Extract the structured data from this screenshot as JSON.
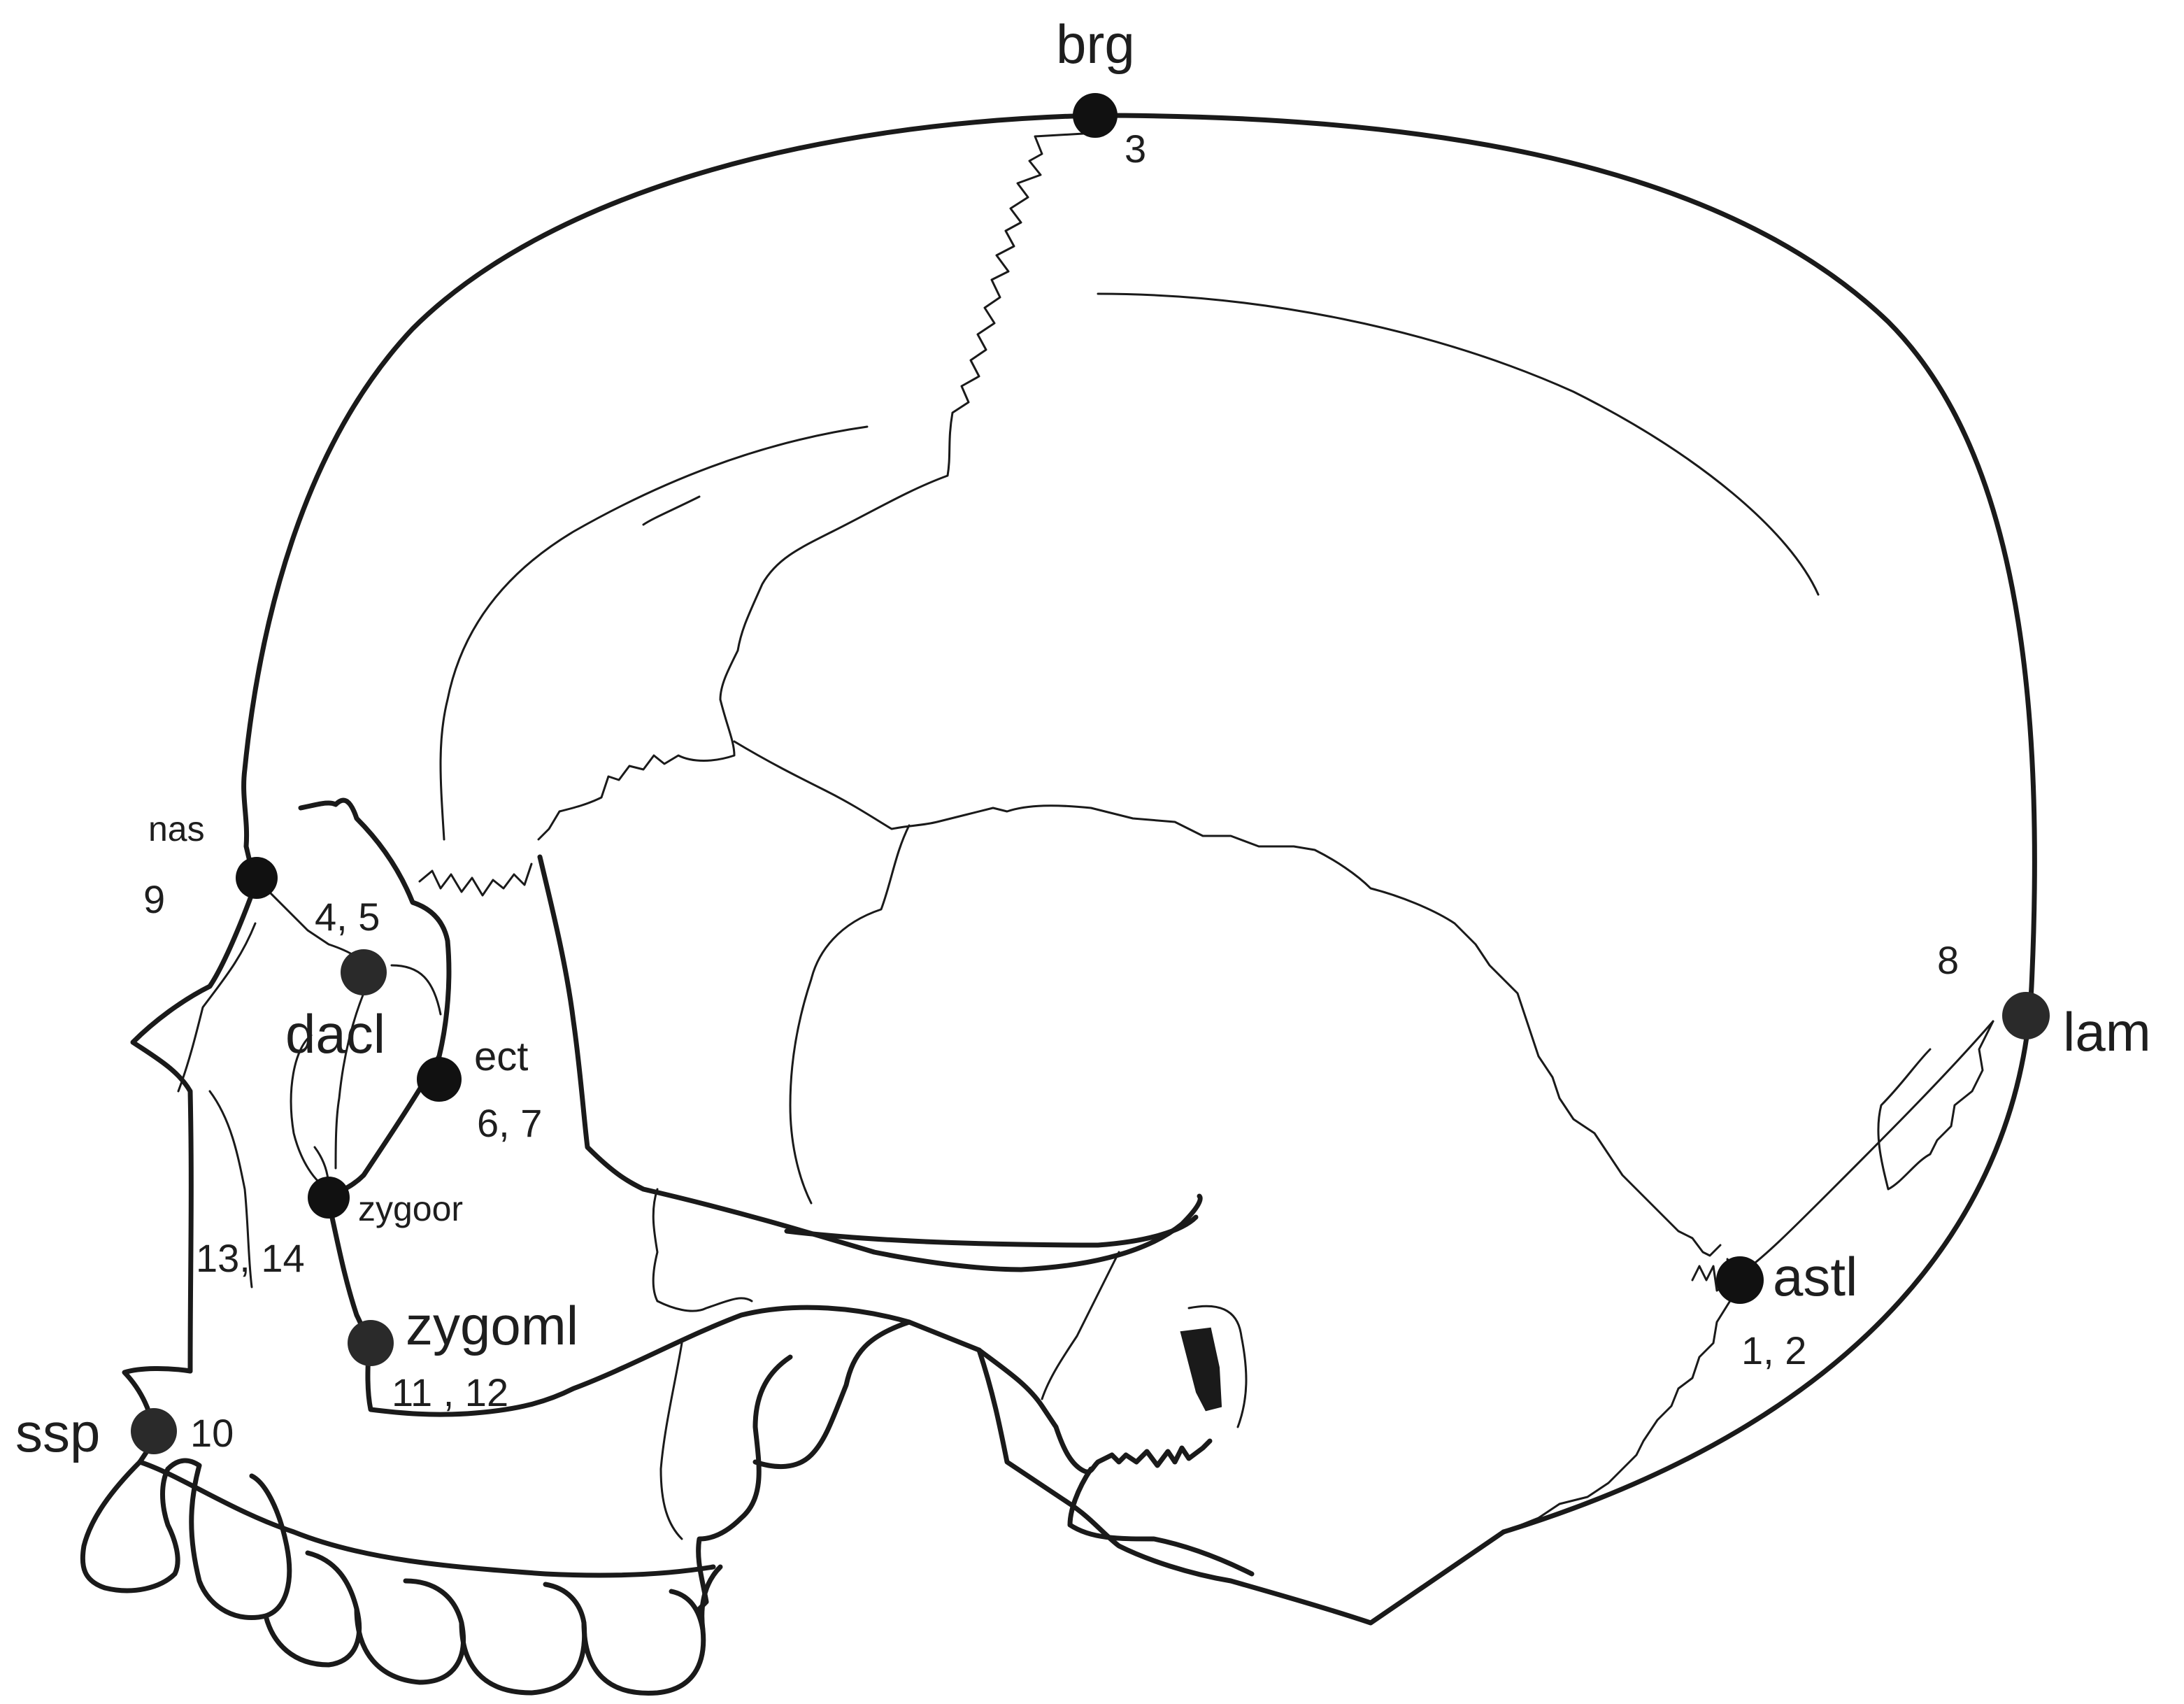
{
  "diagram": {
    "landmarks": {
      "brg": {
        "abbr": "brg",
        "nums": "3"
      },
      "nas": {
        "abbr": "nas",
        "nums": "9"
      },
      "dacl": {
        "abbr": "dacl",
        "nums": "4, 5"
      },
      "ect": {
        "abbr": "ect",
        "nums": "6, 7"
      },
      "zygoor": {
        "abbr": "zygoor",
        "nums": "13, 14"
      },
      "zygoml": {
        "abbr": "zygoml",
        "nums": "11 , 12"
      },
      "ssp": {
        "abbr": "ssp",
        "nums": "10"
      },
      "lam": {
        "abbr": "lam",
        "nums": "8"
      },
      "astl": {
        "abbr": "astl",
        "nums": "1, 2"
      }
    },
    "colors": {
      "ink": "#1a1a1a",
      "landmark": "#111111",
      "background": "#ffffff"
    }
  }
}
